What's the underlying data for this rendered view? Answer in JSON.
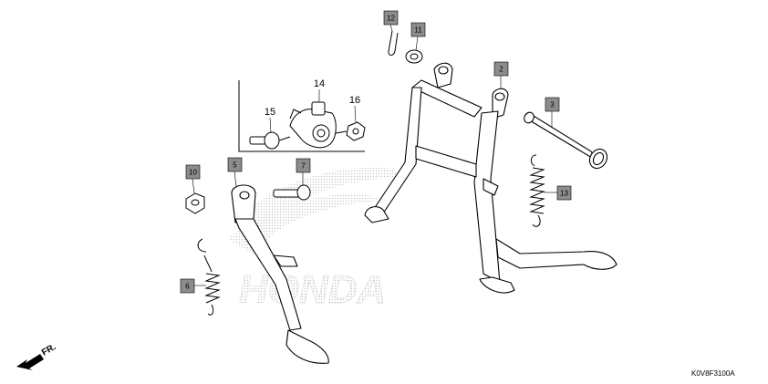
{
  "callouts": [
    {
      "id": "part-2",
      "label": "2"
    },
    {
      "id": "part-3",
      "label": "3"
    },
    {
      "id": "part-5",
      "label": "5"
    },
    {
      "id": "part-6",
      "label": "6"
    },
    {
      "id": "part-7",
      "label": "7"
    },
    {
      "id": "part-10",
      "label": "10"
    },
    {
      "id": "part-11",
      "label": "11"
    },
    {
      "id": "part-12",
      "label": "12"
    },
    {
      "id": "part-13",
      "label": "13"
    }
  ],
  "plain_labels": [
    {
      "id": "part-14",
      "label": "14"
    },
    {
      "id": "part-15",
      "label": "15"
    },
    {
      "id": "part-16",
      "label": "16"
    }
  ],
  "watermark": "HONDA",
  "direction_label": "FR.",
  "diagram_code": "K0V8F3100A",
  "colors": {
    "callout_fill": "#8c8c8c",
    "line": "#000000",
    "watermark_dots": "#c8c8c8"
  }
}
